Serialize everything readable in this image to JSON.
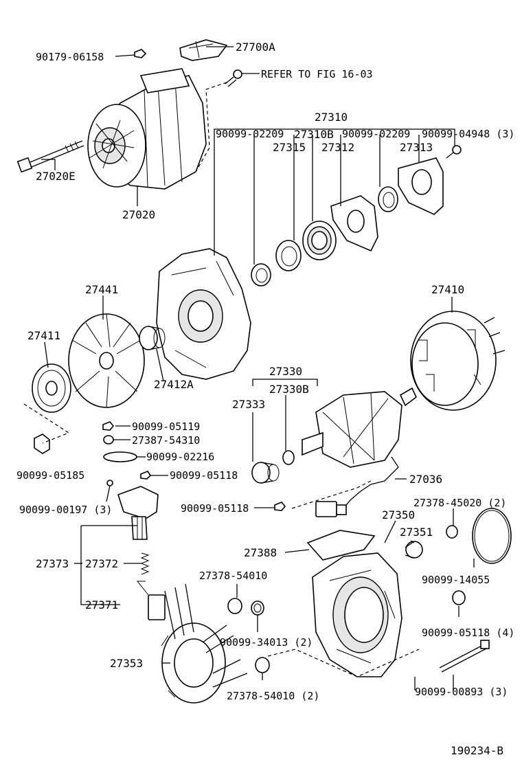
{
  "diagram": {
    "figure_id": "190234-B",
    "reference_note": "REFER TO FIG 16-03",
    "labels": {
      "p27700A": "27700A",
      "p90179_06158": "90179-06158",
      "p27020E": "27020E",
      "p27020": "27020",
      "p27310": "27310",
      "p90099_02209a": "90099-02209",
      "p27310B": "27310B",
      "p90099_02209b": "90099-02209",
      "p90099_04948": "90099-04948 (3)",
      "p27315": "27315",
      "p27312": "27312",
      "p27313": "27313",
      "p27441": "27441",
      "p27410": "27410",
      "p27411": "27411",
      "p27412A": "27412A",
      "p27330": "27330",
      "p27333": "27333",
      "p27330B": "27330B",
      "p90099_05119": "90099-05119",
      "p27387_54310": "27387-54310",
      "p90099_02216": "90099-02216",
      "p90099_05185": "90099-05185",
      "p90099_05118a": "90099-05118",
      "p27036": "27036",
      "p90099_00197": "90099-00197 (3)",
      "p90099_05118b": "90099-05118",
      "p27378_45020": "27378-45020 (2)",
      "p27350": "27350",
      "p27351": "27351",
      "p27388": "27388",
      "p27373": "27373",
      "p27372": "27372",
      "p27378_54010": "27378-54010",
      "p90099_14055": "90099-14055",
      "p27371": "27371",
      "p90099_05118c": "90099-05118 (4)",
      "p90099_34013": "90099-34013 (2)",
      "p27353": "27353",
      "p90099_00893": "90099-00893 (3)",
      "p27378_54010b": "27378-54010 (2)"
    }
  }
}
